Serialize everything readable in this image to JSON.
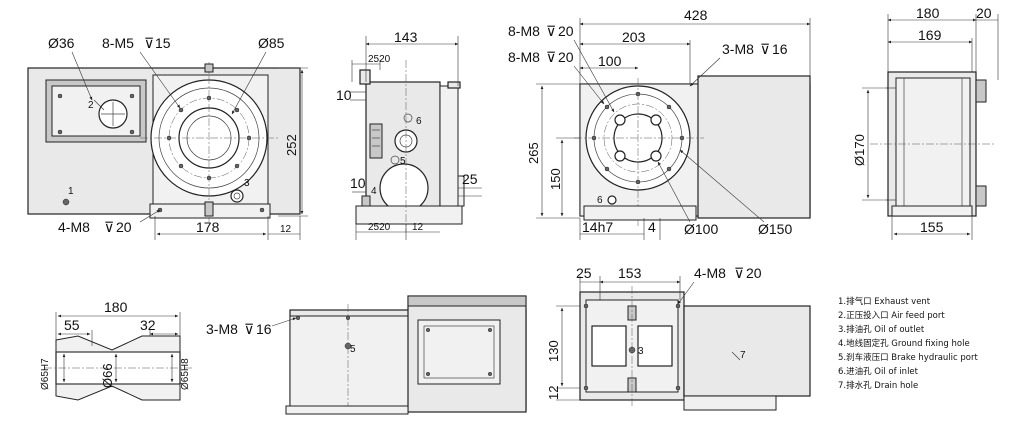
{
  "front_view": {
    "d36": "Ø36",
    "m5": "8-M5",
    "m5_depth": "15",
    "d85": "Ø85",
    "h252": "252",
    "w178": "178",
    "w12": "12",
    "m8_bottom": "4-M8",
    "m8_depth": "20",
    "label_1": "1",
    "label_2": "2",
    "label_3": "3"
  },
  "side_view": {
    "w143": "143",
    "d2520_top": "2520",
    "d10_top": "10",
    "d10_bot": "10",
    "d25": "25",
    "d2520_bot": "2520",
    "d12": "12",
    "label_4": "4",
    "label_5": "5",
    "label_6": "6"
  },
  "table_view": {
    "w428": "428",
    "m8_a": "8-M8",
    "m8_a_depth": "20",
    "m8_b": "8-M8",
    "m8_b_depth": "20",
    "w203": "203",
    "w100": "100",
    "m8_c": "3-M8",
    "m8_c_depth": "16",
    "h265": "265",
    "h150": "150",
    "fit": "14h7",
    "d4": "4",
    "d100": "Ø100",
    "d150": "Ø150",
    "label_6": "6"
  },
  "right_view": {
    "w180": "180",
    "w20": "20",
    "w169": "169",
    "d170": "Ø170",
    "w155": "155"
  },
  "section_view": {
    "w180": "180",
    "w55": "55",
    "w32": "32",
    "d65h7": "Ø65H7",
    "d66": "Ø66",
    "d65h8": "Ø65H8"
  },
  "long_view": {
    "m8": "3-M8",
    "m8_depth": "16",
    "label_5": "5"
  },
  "bottom_view": {
    "w25": "25",
    "w153": "153",
    "m8": "4-M8",
    "m8_depth": "20",
    "h130": "130",
    "h12": "12",
    "label_3": "3",
    "label_7": "7"
  },
  "legend": [
    "1.排气口 Exhaust vent",
    "2.正压投入口 Air feed port",
    "3.排油孔  Oil of outlet",
    "4.地线固定孔  Ground fixing hole",
    "5.刹车液压口 Brake hydraulic port",
    "6.进油孔 Oil of inlet",
    "7.排水孔 Drain hole"
  ]
}
